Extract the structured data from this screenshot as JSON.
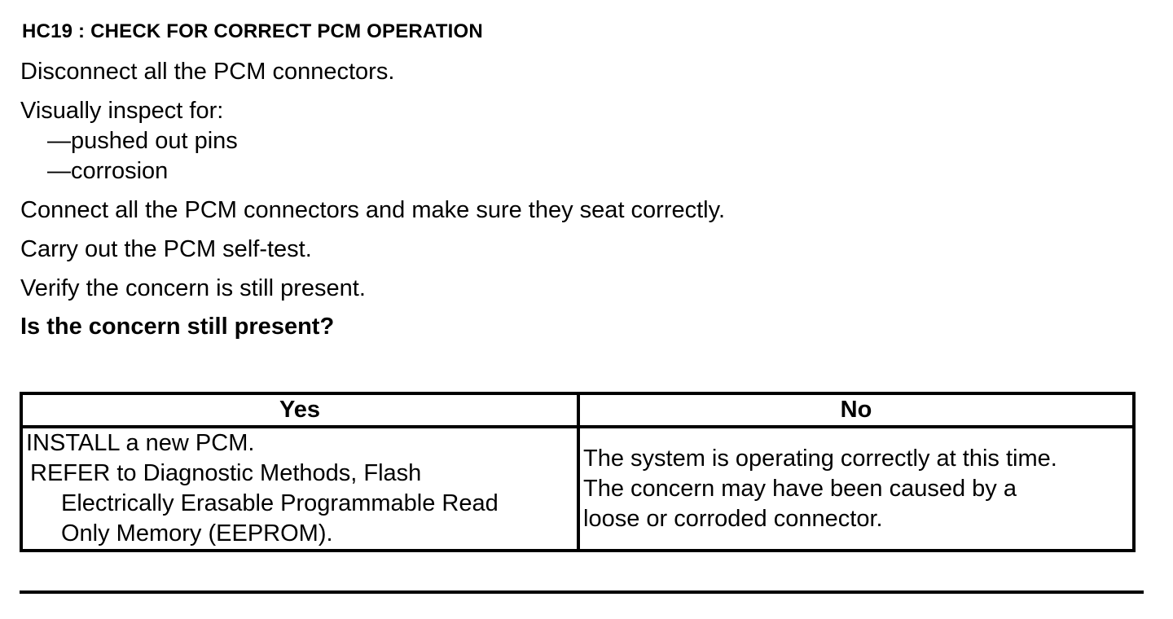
{
  "heading": "HC19 : CHECK FOR CORRECT PCM OPERATION",
  "steps": {
    "disconnect": "Disconnect all the PCM connectors.",
    "inspect": "Visually inspect for:",
    "inspect_items": [
      "—pushed out pins",
      "—corrosion"
    ],
    "connect": "Connect all the PCM connectors and make sure they seat correctly.",
    "self_test": "Carry out the PCM self-test.",
    "verify": "Verify the concern is still present.",
    "question": "Is the concern still present?"
  },
  "table": {
    "headers": [
      "Yes",
      "No"
    ],
    "yes_lines": [
      "INSTALL a new PCM.",
      "REFER to  Diagnostic Methods,  Flash",
      "Electrically Erasable Programmable Read",
      "Only Memory (EEPROM)."
    ],
    "no_lines": [
      "The system is operating correctly at this time.",
      "The concern may have been caused by a",
      "loose or corroded connector."
    ]
  }
}
